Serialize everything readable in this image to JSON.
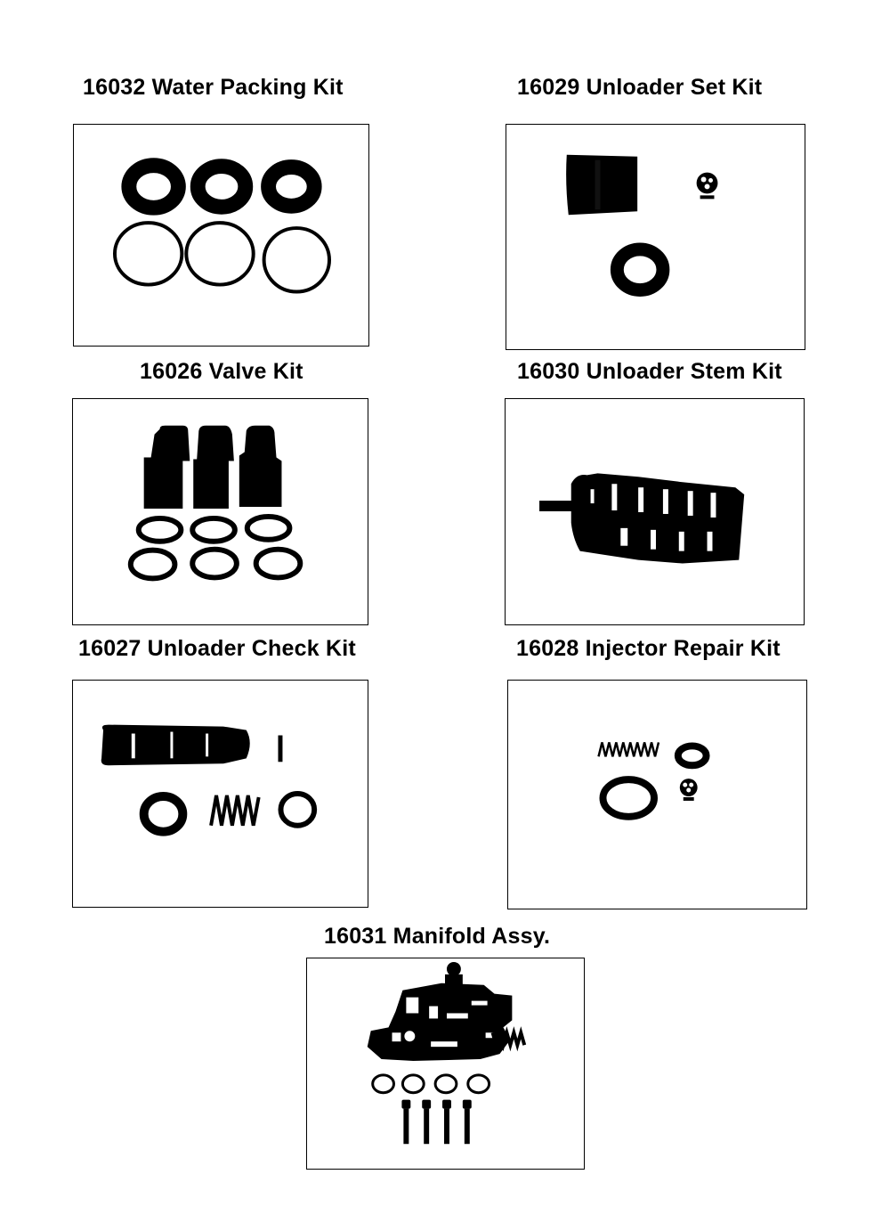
{
  "kits": [
    {
      "caption": "16032 Water Packing Kit",
      "icon": "water-packing-kit-image"
    },
    {
      "caption": "16029 Unloader Set Kit",
      "icon": "unloader-set-kit-image"
    },
    {
      "caption": "16026 Valve Kit",
      "icon": "valve-kit-image"
    },
    {
      "caption": "16030 Unloader Stem Kit",
      "icon": "unloader-stem-kit-image"
    },
    {
      "caption": "16027 Unloader Check Kit",
      "icon": "unloader-check-kit-image"
    },
    {
      "caption": "16028 Injector Repair Kit",
      "icon": "injector-repair-kit-image"
    },
    {
      "caption": "16031 Manifold Assy.",
      "icon": "manifold-assembly-image"
    }
  ]
}
